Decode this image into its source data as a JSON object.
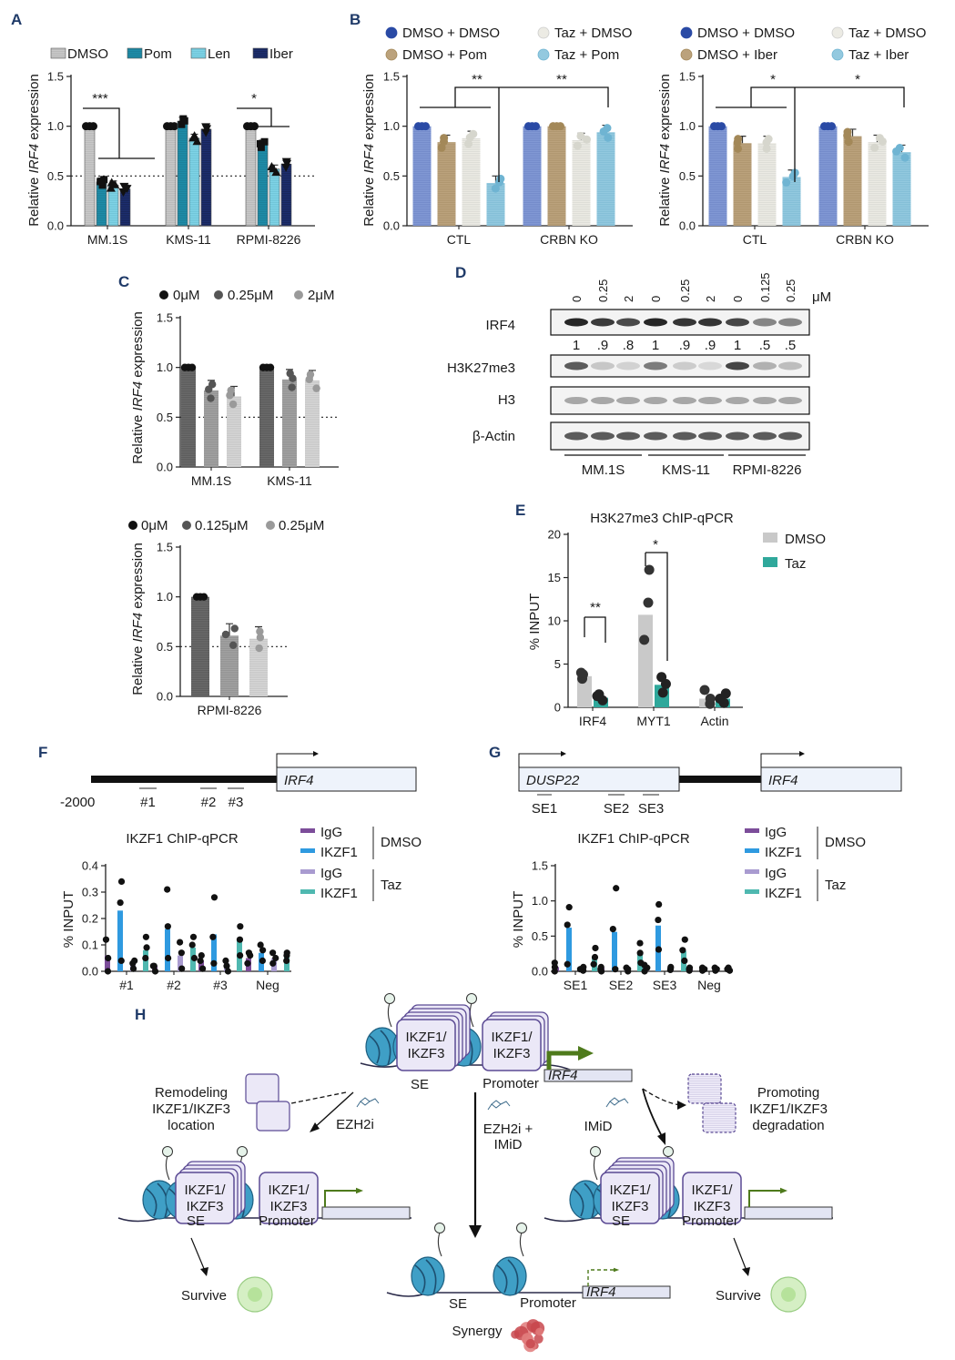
{
  "panels": [
    "A",
    "B",
    "C",
    "D",
    "E",
    "F",
    "G",
    "H"
  ],
  "colors": {
    "dmso_grey": "#c8c8c8",
    "pom_teal": "#1e8ca8",
    "len_light": "#7fd3e6",
    "iber_navy": "#1d2e6e",
    "b_dmso": "#8198d4",
    "b_drug": "#bba27c",
    "b_taz": "#ecebe4",
    "b_combo": "#93c9df",
    "e_dmso": "#c9c9c9",
    "e_taz": "#2fa89b",
    "f_igg_dmso": "#7c4d9a",
    "f_ikzf1_dmso": "#2f9ae0",
    "f_igg_taz": "#a99bd0",
    "f_ikzf1_taz": "#4fb8b0",
    "diagram_purple": "#5b4a94",
    "diagram_box": "#ebe8f7",
    "arrow_green": "#4e7a1c",
    "nucleosome": "#3f9fc6"
  },
  "chart_data": [
    {
      "panel": "A",
      "type": "bar",
      "ylabel": "Relative IRF4 expression",
      "ylim": [
        0,
        1.5
      ],
      "yticks": [
        "0.0",
        "0.5",
        "1.0",
        "1.5"
      ],
      "categories": [
        "MM.1S",
        "KMS-11",
        "RPMI-8226"
      ],
      "reference_line": 0.5,
      "series": [
        {
          "name": "DMSO",
          "values": [
            1.0,
            1.0,
            1.0
          ]
        },
        {
          "name": "Pom",
          "values": [
            0.44,
            1.05,
            0.82
          ]
        },
        {
          "name": "Len",
          "values": [
            0.41,
            0.88,
            0.57
          ]
        },
        {
          "name": "Iber",
          "values": [
            0.37,
            0.97,
            0.62
          ]
        }
      ],
      "significance": [
        {
          "category": "MM.1S",
          "label": "***"
        },
        {
          "category": "RPMI-8226",
          "label": "*"
        }
      ]
    },
    {
      "panel": "B-left",
      "type": "bar",
      "ylabel": "Relative IRF4 expression",
      "ylim": [
        0,
        1.5
      ],
      "yticks": [
        "0.0",
        "0.5",
        "1.0",
        "1.5"
      ],
      "categories": [
        "CTL",
        "CRBN KO"
      ],
      "series": [
        {
          "name": "DMSO + DMSO",
          "values": [
            1.0,
            1.0
          ]
        },
        {
          "name": "DMSO + Pom",
          "values": [
            0.84,
            1.0
          ]
        },
        {
          "name": "Taz + DMSO",
          "values": [
            0.88,
            0.86
          ]
        },
        {
          "name": "Taz + Pom",
          "values": [
            0.43,
            0.94
          ]
        }
      ],
      "significance": [
        {
          "label": "**"
        },
        {
          "label": "**"
        }
      ]
    },
    {
      "panel": "B-right",
      "type": "bar",
      "ylabel": "Relative IRF4 expression",
      "ylim": [
        0,
        1.5
      ],
      "yticks": [
        "0.0",
        "0.5",
        "1.0",
        "1.5"
      ],
      "categories": [
        "CTL",
        "CRBN KO"
      ],
      "series": [
        {
          "name": "DMSO + DMSO",
          "values": [
            1.0,
            1.0
          ]
        },
        {
          "name": "DMSO + Iber",
          "values": [
            0.83,
            0.9
          ]
        },
        {
          "name": "Taz + DMSO",
          "values": [
            0.83,
            0.84
          ]
        },
        {
          "name": "Taz + Iber",
          "values": [
            0.49,
            0.74
          ]
        }
      ],
      "significance": [
        {
          "label": "*"
        },
        {
          "label": "*"
        }
      ]
    },
    {
      "panel": "C-top",
      "type": "bar",
      "ylabel": "Relative IRF4 expression",
      "ylim": [
        0,
        1.5
      ],
      "yticks": [
        "0.0",
        "0.5",
        "1.0",
        "1.5"
      ],
      "categories": [
        "MM.1S",
        "KMS-11"
      ],
      "reference_line": 0.5,
      "series": [
        {
          "name": "0μM",
          "values": [
            1.0,
            1.0
          ]
        },
        {
          "name": "0.25μM",
          "values": [
            0.77,
            0.88
          ]
        },
        {
          "name": "2μM",
          "values": [
            0.71,
            0.87
          ]
        }
      ]
    },
    {
      "panel": "C-bottom",
      "type": "bar",
      "ylabel": "Relative IRF4 expression",
      "ylim": [
        0,
        1.5
      ],
      "yticks": [
        "0.0",
        "0.5",
        "1.0",
        "1.5"
      ],
      "categories": [
        "RPMI-8226"
      ],
      "reference_line": 0.5,
      "series": [
        {
          "name": "0μM",
          "values": [
            1.0
          ]
        },
        {
          "name": "0.125μM",
          "values": [
            0.61
          ]
        },
        {
          "name": "0.25μM",
          "values": [
            0.58
          ]
        }
      ]
    },
    {
      "panel": "E",
      "type": "bar",
      "title": "H3K27me3 ChIP-qPCR",
      "ylabel": "% INPUT",
      "ylim": [
        0,
        20
      ],
      "yticks": [
        "0",
        "5",
        "10",
        "15",
        "20"
      ],
      "categories": [
        "IRF4",
        "MYT1",
        "Actin"
      ],
      "series": [
        {
          "name": "DMSO",
          "values": [
            3.6,
            10.7,
            1.0
          ]
        },
        {
          "name": "Taz",
          "values": [
            1.1,
            2.6,
            1.0
          ]
        }
      ],
      "significance": [
        {
          "category": "IRF4",
          "label": "**"
        },
        {
          "category": "MYT1",
          "label": "*"
        }
      ]
    },
    {
      "panel": "F",
      "type": "bar",
      "title": "IKZF1 ChIP-qPCR",
      "ylabel": "% INPUT",
      "ylim": [
        0,
        0.4
      ],
      "yticks": [
        "0.0",
        "0.1",
        "0.2",
        "0.3",
        "0.4"
      ],
      "categories": [
        "#1",
        "#2",
        "#3",
        "Neg"
      ],
      "series": [
        {
          "name": "IgG (DMSO)",
          "values": [
            0.06,
            0.02,
            0.04,
            0.05
          ]
        },
        {
          "name": "IKZF1 (DMSO)",
          "values": [
            0.23,
            0.16,
            0.14,
            0.07
          ]
        },
        {
          "name": "IgG (Taz)",
          "values": [
            0.03,
            0.06,
            0.03,
            0.05
          ]
        },
        {
          "name": "IKZF1 (Taz)",
          "values": [
            0.08,
            0.09,
            0.12,
            0.06
          ]
        }
      ]
    },
    {
      "panel": "G",
      "type": "bar",
      "title": "IKZF1 ChIP-qPCR",
      "ylabel": "% INPUT",
      "ylim": [
        0,
        1.5
      ],
      "yticks": [
        "0.0",
        "0.5",
        "1.0",
        "1.5"
      ],
      "categories": [
        "SE1",
        "SE2",
        "SE3",
        "Neg"
      ],
      "series": [
        {
          "name": "IgG (DMSO)",
          "values": [
            0.06,
            0.05,
            0.05,
            0.03
          ]
        },
        {
          "name": "IKZF1 (DMSO)",
          "values": [
            0.62,
            0.56,
            0.65,
            0.03
          ]
        },
        {
          "name": "IgG (Taz)",
          "values": [
            0.03,
            0.03,
            0.04,
            0.03
          ]
        },
        {
          "name": "IKZF1 (Taz)",
          "values": [
            0.21,
            0.27,
            0.29,
            0.03
          ]
        }
      ]
    }
  ],
  "legends": {
    "A": [
      "DMSO",
      "Pom",
      "Len",
      "Iber"
    ],
    "B_left": [
      "DMSO + DMSO",
      "Taz + DMSO",
      "DMSO + Pom",
      "Taz + Pom"
    ],
    "B_right": [
      "DMSO + DMSO",
      "Taz + DMSO",
      "DMSO + Iber",
      "Taz + Iber"
    ],
    "C_top": [
      "0μM",
      "0.25μM",
      "2μM"
    ],
    "C_bottom": [
      "0μM",
      "0.125μM",
      "0.25μM"
    ],
    "E": [
      "DMSO",
      "Taz"
    ],
    "FG": {
      "igg": "IgG",
      "ikzf1": "IKZF1",
      "dmso": "DMSO",
      "taz": "Taz"
    }
  },
  "panelD": {
    "rows": [
      "IRF4",
      "H3K27me3",
      "H3",
      "β-Actin"
    ],
    "conc_labels": [
      "0",
      "0.25",
      "2",
      "0",
      "0.25",
      "2",
      "0",
      "0.125",
      "0.25"
    ],
    "unit": "μM",
    "quant": [
      "1",
      ".9",
      ".8",
      "1",
      ".9",
      ".9",
      "1",
      ".5",
      ".5"
    ],
    "cell_lines": [
      "MM.1S",
      "KMS-11",
      "RPMI-8226"
    ]
  },
  "panelF": {
    "gene": "IRF4",
    "position": "-2000",
    "sites": [
      "#1",
      "#2",
      "#3"
    ]
  },
  "panelG": {
    "genes": [
      "DUSP22",
      "IRF4"
    ],
    "sites": [
      "SE1",
      "SE2",
      "SE3"
    ]
  },
  "panelH": {
    "protein": "IKZF1/\nIKZF3",
    "se": "SE",
    "promoter": "Promoter",
    "gene": "IRF4",
    "ezh2i": "EZH2i",
    "imid": "IMiD",
    "combo": "EZH2i +\nIMiD",
    "remodel": "Remodeling\nIKZF1/IKZF3\nlocation",
    "degrade": "Promoting\nIKZF1/IKZF3\ndegradation",
    "survive": "Survive",
    "synergy": "Synergy"
  }
}
